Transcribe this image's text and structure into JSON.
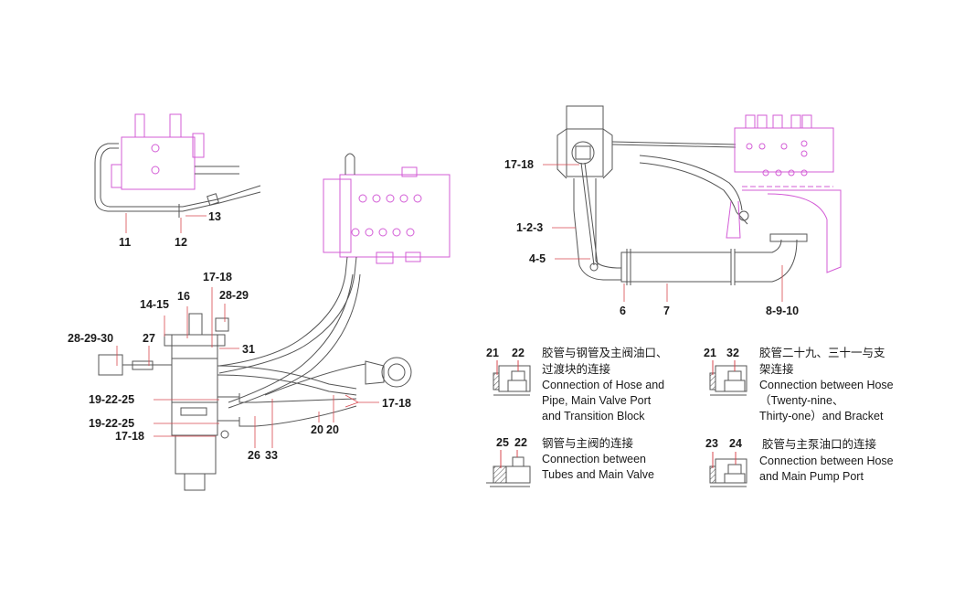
{
  "diagram": {
    "colors": {
      "line": "#555555",
      "magenta": "#d35cd6",
      "leader": "#d8484f",
      "text": "#1a1a1a",
      "background": "#ffffff"
    },
    "callouts": {
      "top_left": [
        "11",
        "12",
        "13"
      ],
      "bottom_left": [
        "14-15",
        "16",
        "17-18",
        "28-29",
        "28-29-30",
        "27",
        "31",
        "19-22-25",
        "19-22-25",
        "17-18",
        "26",
        "33",
        "20",
        "20",
        "17-18"
      ],
      "right": [
        "17-18",
        "1-2-3",
        "4-5",
        "6",
        "7",
        "8-9-10"
      ]
    },
    "notes": [
      {
        "numbers": [
          "21",
          "22"
        ],
        "cn_lines": [
          "胶管与钢管及主阀油口、",
          "过渡块的连接"
        ],
        "en_lines": [
          "Connection of Hose and",
          "Pipe, Main Valve Port",
          "and Transition Block"
        ]
      },
      {
        "numbers": [
          "21",
          "32"
        ],
        "cn_lines": [
          "胶管二十九、三十一与支",
          "架连接"
        ],
        "en_lines": [
          "Connection between Hose",
          "（Twenty-nine、",
          "Thirty-one）and Bracket"
        ]
      },
      {
        "numbers": [
          "25",
          "22"
        ],
        "cn_lines": [
          "钢管与主阀的连接"
        ],
        "en_lines": [
          "Connection between",
          "Tubes and Main Valve"
        ]
      },
      {
        "numbers": [
          "23",
          "24"
        ],
        "cn_lines": [
          "胶管与主泵油口的连接"
        ],
        "en_lines": [
          "Connection between Hose",
          "and Main Pump Port"
        ]
      }
    ]
  }
}
